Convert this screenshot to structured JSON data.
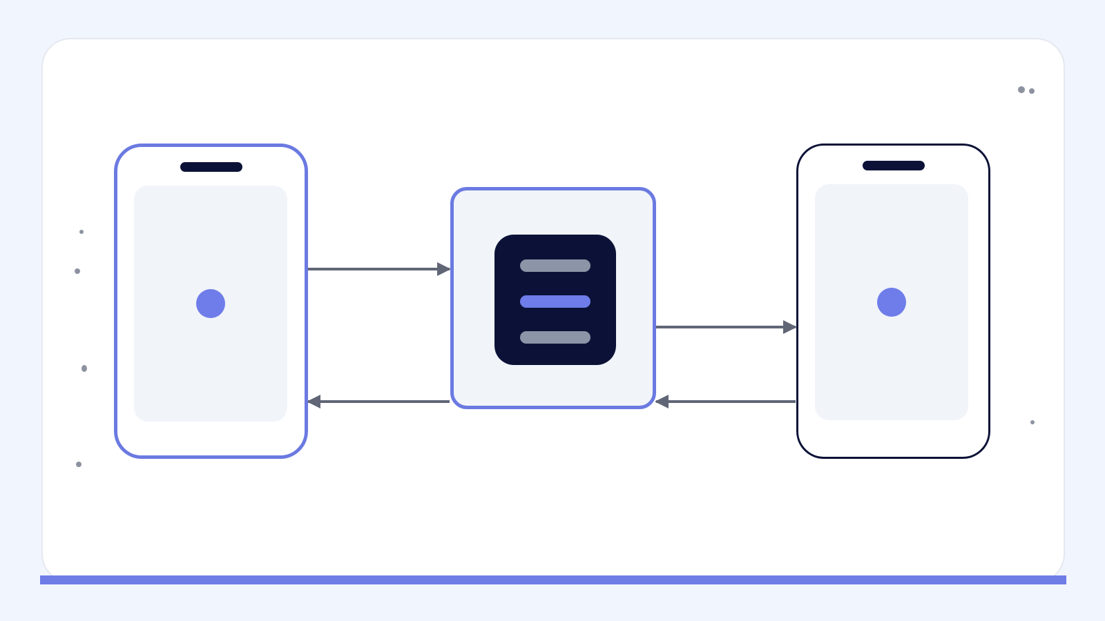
{
  "diagram": {
    "nodes": [
      {
        "id": "left-device",
        "type": "phone",
        "accent": "#6b7ae1"
      },
      {
        "id": "server",
        "type": "server",
        "accent": "#6b7ae1"
      },
      {
        "id": "right-device",
        "type": "phone",
        "accent": "#0c1237"
      }
    ],
    "connections": [
      {
        "from": "left-device",
        "to": "server",
        "direction": "forward"
      },
      {
        "from": "server",
        "to": "left-device",
        "direction": "back"
      },
      {
        "from": "server",
        "to": "right-device",
        "direction": "forward"
      },
      {
        "from": "right-device",
        "to": "server",
        "direction": "back"
      }
    ]
  },
  "colors": {
    "background": "#f1f5fd",
    "card": "#ffffff",
    "primary": "#6e7de6",
    "dark": "#0c1237",
    "muted": "#8c95a7",
    "arrow": "#606676"
  },
  "icons": {
    "left_device": "phone-icon",
    "right_device": "phone-icon",
    "server": "server-icon",
    "corner_menu": "more-dots-icon"
  }
}
